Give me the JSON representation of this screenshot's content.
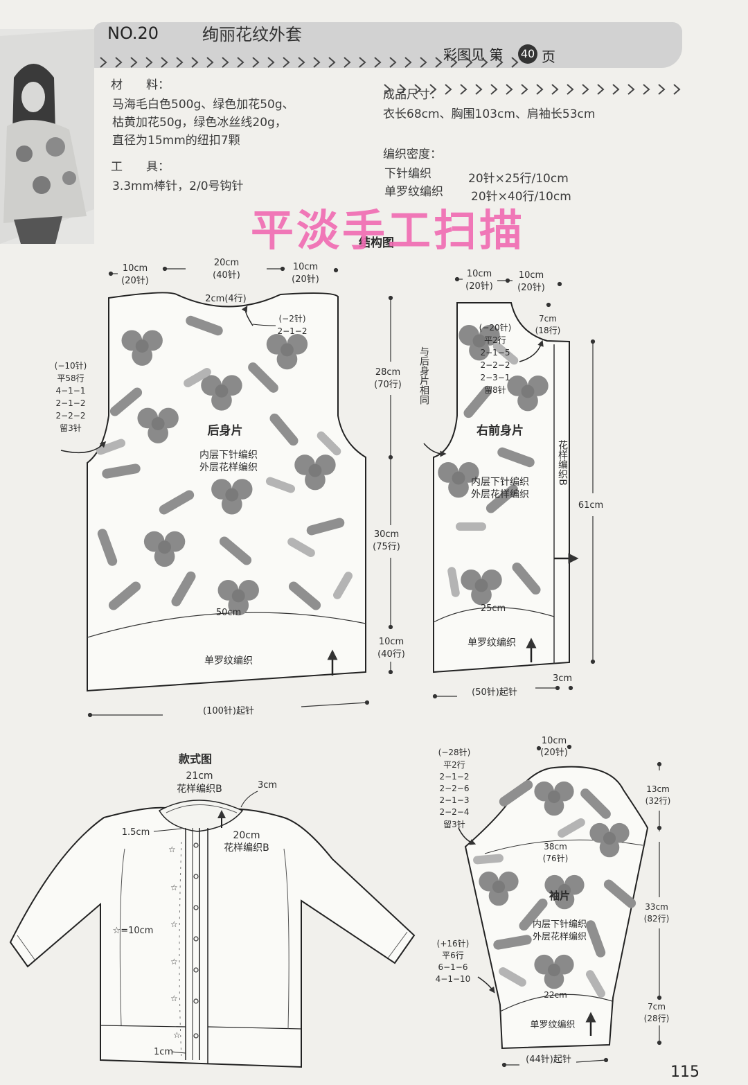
{
  "header": {
    "number": "NO.20",
    "title": "绚丽花纹外套",
    "ref_prefix": "彩图见",
    "ref_page_prefix": "第",
    "ref_page": "40",
    "ref_page_suffix": "页"
  },
  "materials": {
    "label": "材　　料：",
    "lines": [
      "马海毛白色500g、绿色加花50g、",
      "枯黄加花50g，绿色冰丝线20g，",
      "直径为15mm的纽扣7颗"
    ]
  },
  "tools": {
    "label": "工　　具：",
    "lines": [
      "3.3mm棒针，2/0号钩针"
    ]
  },
  "size": {
    "label": "成品尺寸：",
    "lines": [
      "衣长68cm、胸围103cm、肩袖长53cm"
    ]
  },
  "gauge": {
    "label": "编织密度：",
    "rows": [
      {
        "name": "下针编织",
        "value": "20针×25行/10cm"
      },
      {
        "name": "单罗纹编织",
        "value": "20针×40行/10cm"
      }
    ]
  },
  "watermark": "平淡手工扫描",
  "structure_title": "结构图",
  "back": {
    "title": "后身片",
    "layer1": "内层下针编织",
    "layer2": "外层花样编织",
    "rib": "单罗纹编织",
    "top_left": "10cm",
    "top_left_st": "(20针)",
    "top_mid": "20cm",
    "top_mid_st": "(40针)",
    "top_right": "10cm",
    "top_right_st": "(20针)",
    "neck": "2cm(4行)",
    "neck_dec": [
      "(−2针)",
      "2−1−2"
    ],
    "armhole": [
      "(−10针)",
      "平58行",
      "4−1−1",
      "2−1−2",
      "2−2−2",
      "留3针"
    ],
    "h1": "28cm",
    "h1_rows": "(70行)",
    "h2": "30cm",
    "h2_rows": "(75行)",
    "h3": "10cm",
    "h3_rows": "(40行)",
    "width": "50cm",
    "cast_on": "(100针)起针"
  },
  "front": {
    "title": "右前身片",
    "layer1": "内层下针编织",
    "layer2": "外层花样编织",
    "rib": "单罗纹编织",
    "same_as_back": "与后身片相同",
    "top_left": "10cm",
    "top_left_st": "(20针)",
    "top_right": "10cm",
    "top_right_st": "(20针)",
    "neck": "7cm",
    "neck_rows": "(18行)",
    "neck_dec": [
      "(−20针)",
      "平2行",
      "2−1−5",
      "2−2−2",
      "2−3−1",
      "留8针"
    ],
    "band": "花样编织B",
    "height": "61cm",
    "width": "25cm",
    "band_width": "3cm",
    "cast_on": "(50针)起针"
  },
  "style": {
    "title": "款式图",
    "collar": "21cm",
    "collar_pattern": "花样编织B",
    "band_width": "3cm",
    "band": "20cm",
    "band_pattern": "花样编织B",
    "edge": "1.5cm",
    "star": "☆=10cm",
    "bottom": "1cm"
  },
  "sleeve": {
    "title": "袖片",
    "layer1": "内层下针编织",
    "layer2": "外层花样编织",
    "rib": "单罗纹编织",
    "top": "10cm",
    "top_st": "(20针)",
    "cap_dec": [
      "(−28针)",
      "平2行",
      "2−1−2",
      "2−2−6",
      "2−1−3",
      "2−2−4",
      "留3针"
    ],
    "h1": "13cm",
    "h1_rows": "(32行)",
    "upper_width": "38cm",
    "upper_st": "(76针)",
    "h2": "33cm",
    "h2_rows": "(82行)",
    "inc": [
      "(+16针)",
      "平6行",
      "6−1−6",
      "4−1−10"
    ],
    "lower_width": "22cm",
    "h3": "7cm",
    "h3_rows": "(28行)",
    "cast_on": "(44针)起针"
  },
  "page_number": "115"
}
